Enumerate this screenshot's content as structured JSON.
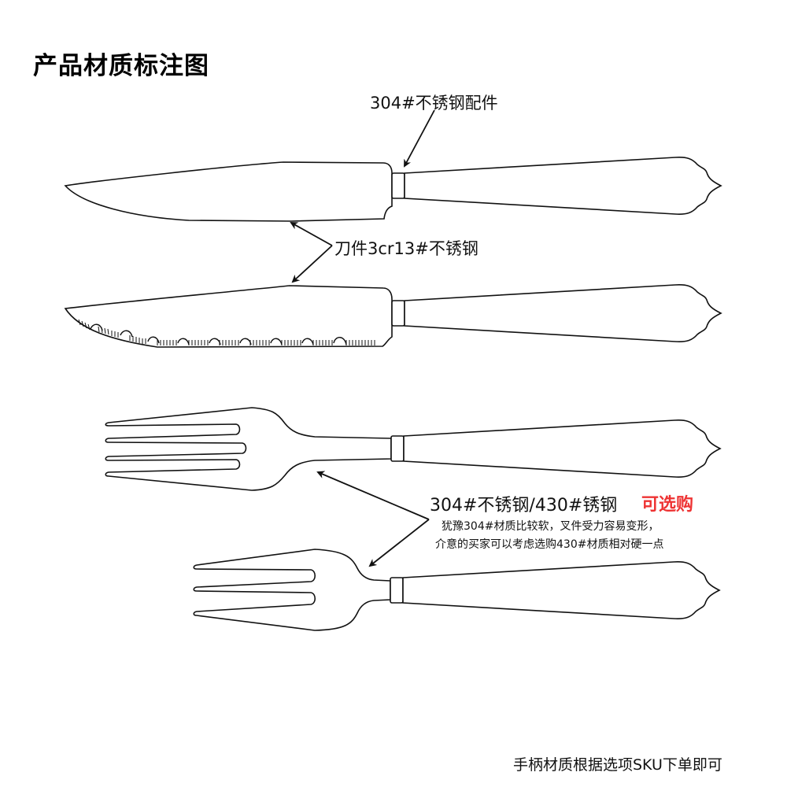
{
  "page": {
    "title": "产品材质标注图",
    "background_color": "#ffffff"
  },
  "labels": {
    "fittings": "304#不锈钢配件",
    "blade": "刀件3cr13#不锈钢",
    "fork_material": "304#不锈钢/430#锈钢",
    "optional": "可选购",
    "optional_color": "#ee3333",
    "note_lines": [
      "犹豫304#材质比较软，叉件受力容易变形，",
      "介意的买家可以考虑选购430#材质相对硬一点"
    ]
  },
  "items": [
    {
      "name": "steak-knife-plain",
      "type": "knife",
      "edge": "plain"
    },
    {
      "name": "steak-knife-serrated",
      "type": "knife",
      "edge": "serrated"
    },
    {
      "name": "dinner-fork",
      "type": "fork",
      "tines": 4
    },
    {
      "name": "pastry-fork",
      "type": "fork",
      "tines": 3
    }
  ],
  "footer": {
    "note": "手柄材质根据选项SKU下单即可"
  }
}
